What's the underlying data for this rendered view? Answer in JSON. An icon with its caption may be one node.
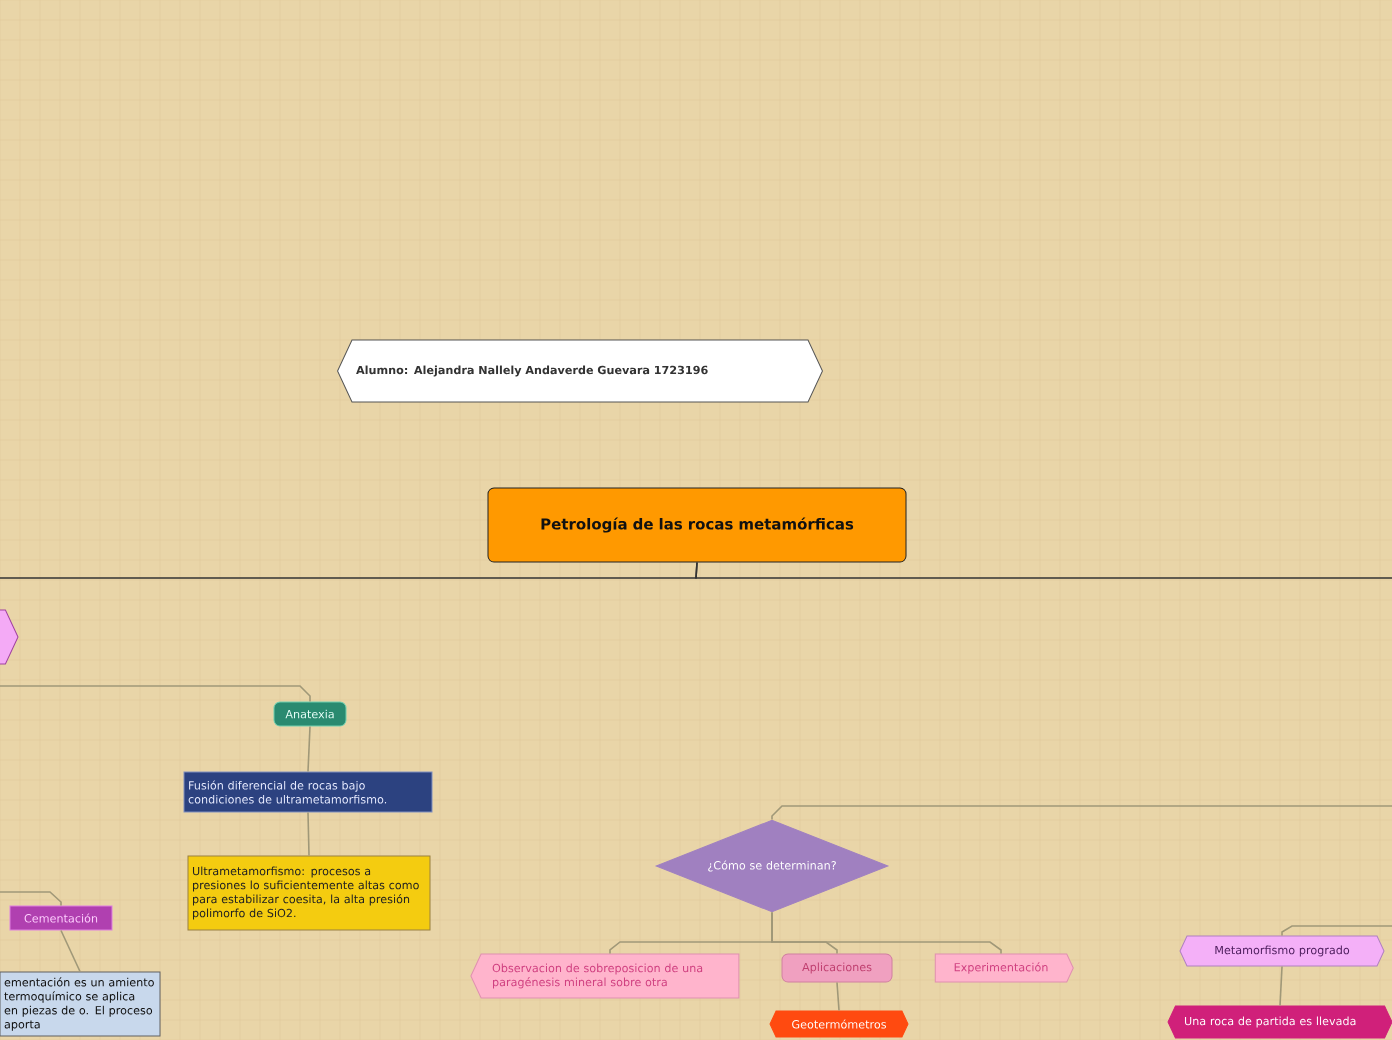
{
  "diagram": {
    "nodes": [
      {
        "text": [
          "Alumno: Alejandra Nallely Andaverde Guevara 1723196"
        ]
      },
      {
        "text": [
          "Petrología de las rocas metamórficas"
        ]
      },
      {
        "text": [],
        "shape": "hexagon"
      },
      {
        "text": [
          "Anatexia"
        ]
      },
      {
        "text": [
          "Fusión diferencial de rocas bajo condiciones de ultrametamorfismo."
        ]
      },
      {
        "text": [
          "Ultrametamorfismo: procesos a presiones lo suficientemente altas como para estabilizar coesita, la alta presión polimorfo de SiO2."
        ]
      },
      {
        "text": [
          "Cementación"
        ]
      },
      {
        "text": [
          "ementación es un amiento termoquímico se aplica en piezas de o. El proceso aporta"
        ]
      },
      {
        "text": [
          "¿Cómo se determinan?"
        ]
      },
      {
        "text": [
          "Observacion de sobreposicion de una paragénesis mineral sobre otra"
        ]
      },
      {
        "text": [
          "Aplicaciones"
        ]
      },
      {
        "text": [
          "Experimentación"
        ]
      },
      {
        "text": [
          "Geotermómetros"
        ]
      },
      {
        "text": [
          "Metamorfismo progrado"
        ]
      },
      {
        "text": [
          "Una roca de partida es llevada"
        ]
      }
    ],
    "edges": [
      {
        "from": 1,
        "to": null,
        "arrow": "none",
        "color": "#333333"
      },
      {
        "from": 1,
        "to": null,
        "arrow": "none",
        "color": "#333333"
      },
      {
        "from": 2,
        "to": 3,
        "arrow": "none"
      },
      {
        "from": 3,
        "to": 4,
        "arrow": "none"
      },
      {
        "from": 4,
        "to": 5,
        "arrow": "none"
      },
      {
        "from": null,
        "to": 6,
        "arrow": "none"
      },
      {
        "from": 6,
        "to": 7,
        "arrow": "none"
      },
      {
        "from": null,
        "to": 8,
        "arrow": "none"
      },
      {
        "from": 8,
        "to": 9,
        "arrow": "none"
      },
      {
        "from": 8,
        "to": 10,
        "arrow": "none"
      },
      {
        "from": 8,
        "to": 11,
        "arrow": "none"
      },
      {
        "from": 10,
        "to": 12,
        "arrow": "none"
      },
      {
        "from": null,
        "to": 13,
        "arrow": "none"
      },
      {
        "from": 13,
        "to": 14,
        "arrow": "none"
      }
    ]
  }
}
